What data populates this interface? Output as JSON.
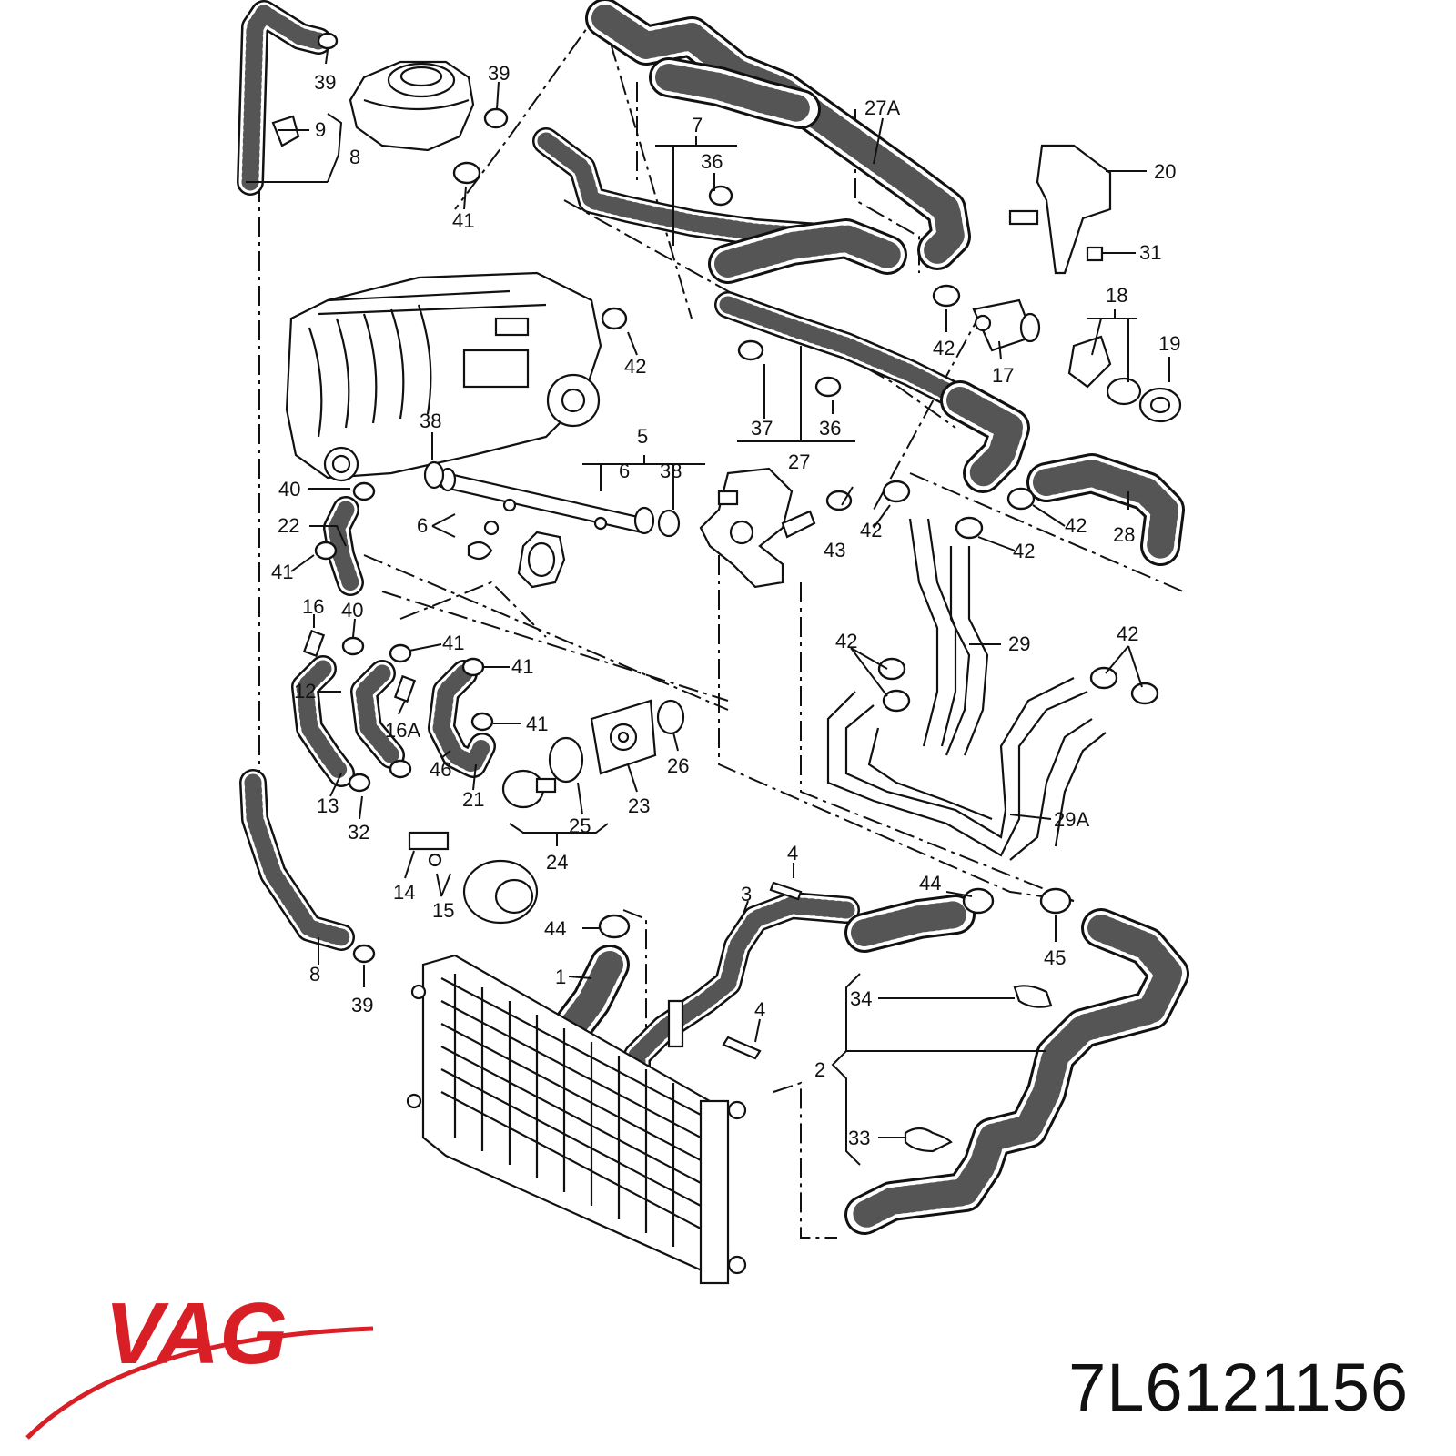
{
  "diagram": {
    "callouts": {
      "c1": "1",
      "c2": "2",
      "c3": "3",
      "c4a": "4",
      "c4b": "4",
      "c5": "5",
      "c6a": "6",
      "c6b": "6",
      "c7": "7",
      "c8a": "8",
      "c8b": "8",
      "c9": "9",
      "c12": "12",
      "c13": "13",
      "c14": "14",
      "c15": "15",
      "c16": "16",
      "c16a": "16A",
      "c17": "17",
      "c18": "18",
      "c19": "19",
      "c20": "20",
      "c21": "21",
      "c22": "22",
      "c23": "23",
      "c24": "24",
      "c25": "25",
      "c26": "26",
      "c27": "27",
      "c27a": "27A",
      "c28": "28",
      "c29": "29",
      "c29a": "29A",
      "c31": "31",
      "c32": "32",
      "c33": "33",
      "c34": "34",
      "c36a": "36",
      "c36b": "36",
      "c37": "37",
      "c38a": "38",
      "c38b": "38",
      "c39a": "39",
      "c39b": "39",
      "c39c": "39",
      "c40a": "40",
      "c40b": "40",
      "c41a": "41",
      "c41b": "41",
      "c41c": "41",
      "c41d": "41",
      "c41e": "41",
      "c42a": "42",
      "c42b": "42",
      "c42c": "42",
      "c42d": "42",
      "c42e": "42",
      "c42f": "42",
      "c42g": "42",
      "c43": "43",
      "c44a": "44",
      "c44b": "44",
      "c45": "45",
      "c46": "46"
    }
  },
  "brand": {
    "logo_text": "VAG",
    "logo_color": "#d91f26"
  },
  "part_number": "7L6121156"
}
